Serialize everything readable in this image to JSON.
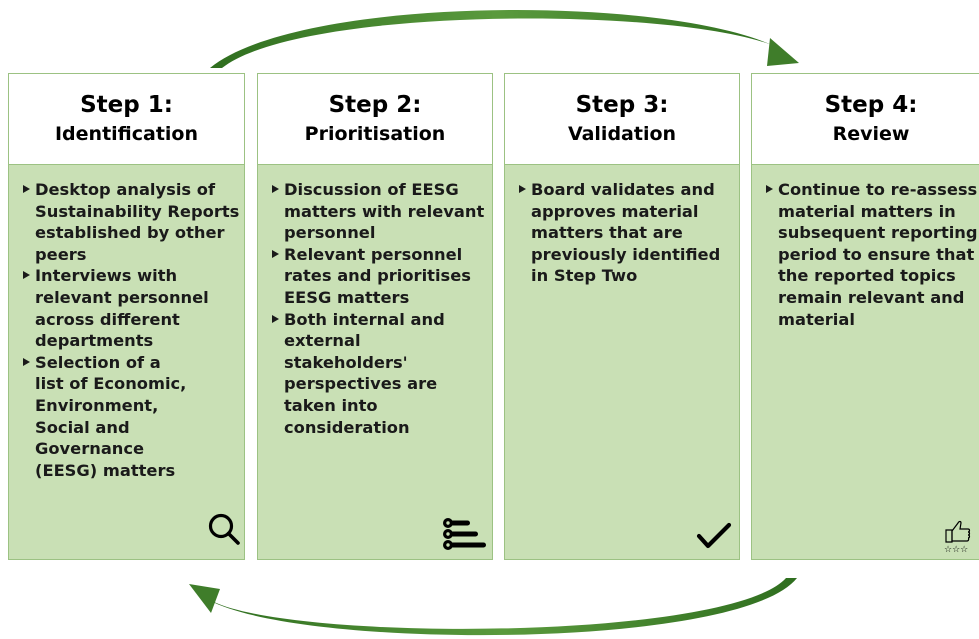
{
  "colors": {
    "panel_fill": "#c9e0b5",
    "panel_border": "#9cc283",
    "arrow": "#4d8a35"
  },
  "steps": [
    {
      "title": "Step 1:",
      "subtitle": "Identification",
      "bullets": [
        "Desktop analysis of Sustainability Reports established by other peers",
        "Interviews with relevant personnel across different departments",
        "Selection of a list of Economic, Environment, Social and Governance (EESG) matters"
      ],
      "icon": "magnifier-icon"
    },
    {
      "title": "Step 2:",
      "subtitle": "Prioritisation",
      "bullets": [
        "Discussion of EESG matters with relevant personnel",
        "Relevant personnel rates and prioritises EESG matters",
        "Both internal and external stakeholders' perspectives are taken into consideration"
      ],
      "icon": "ranking-icon"
    },
    {
      "title": "Step 3:",
      "subtitle": "Validation",
      "bullets": [
        "Board validates and approves material matters that are previously identified in Step Two"
      ],
      "icon": "checkmark-icon"
    },
    {
      "title": "Step 4:",
      "subtitle": "Review",
      "bullets": [
        "Continue to re-assess material matters in subsequent reporting period to ensure that the reported topics remain relevant and material"
      ],
      "icon": "thumbs-up-rating-icon"
    }
  ]
}
